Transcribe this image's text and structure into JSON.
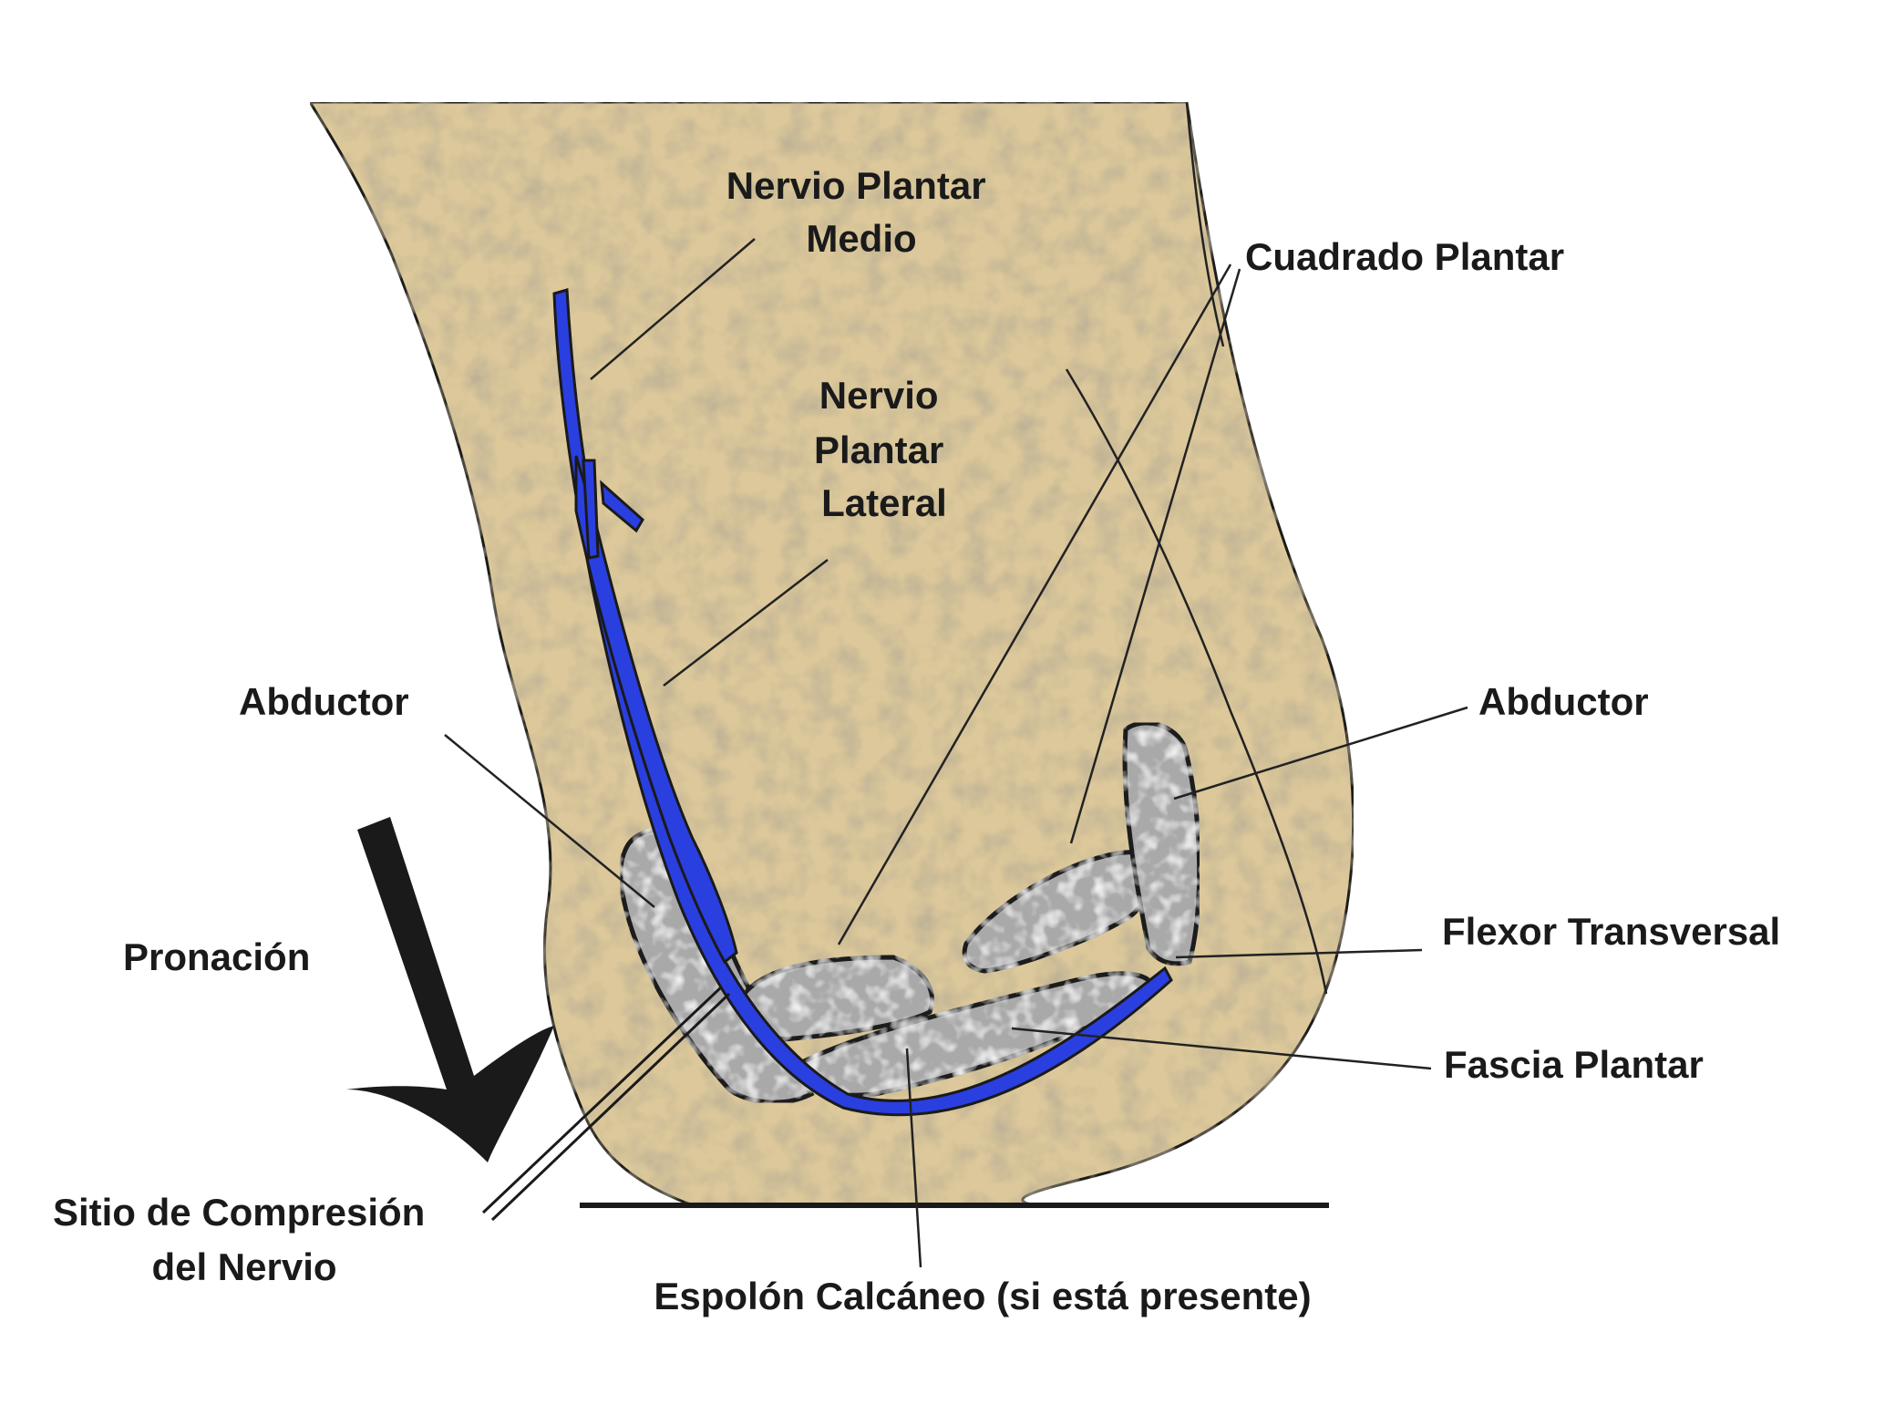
{
  "colors": {
    "background": "#ffffff",
    "tissue": "#dcc89a",
    "tissue_outline": "#1a1a1a",
    "muscle": "#a9a9a9",
    "nerve": "#2a3fe0",
    "arrow": "#1a1a1a",
    "text": "#1a1a1a"
  },
  "labels": {
    "medial_nerve": [
      "Nervio Plantar",
      "Medio"
    ],
    "lateral_nerve": [
      "Nervio",
      "Plantar",
      "Lateral"
    ],
    "quadratus": "Cuadrado Plantar",
    "abductor_left": "Abductor",
    "abductor_right": "Abductor",
    "pronation": "Pronación",
    "flexor": "Flexor Transversal",
    "fascia": "Fascia Plantar",
    "compression_site": [
      "Sitio de Compresión",
      "del Nervio"
    ],
    "heel_spur": "Espolón Calcáneo (si está presente)"
  },
  "icons": {
    "pronation_arrow": "arrow-down-curved-icon"
  }
}
